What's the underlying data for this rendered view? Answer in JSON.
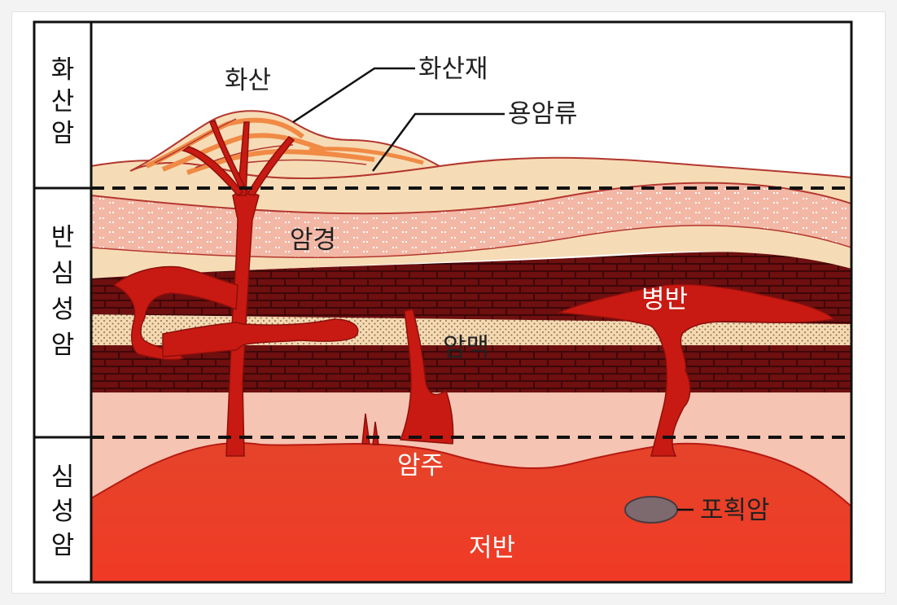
{
  "side_labels": {
    "volcanic": [
      "화",
      "산",
      "암"
    ],
    "hypabyssal": [
      "반",
      "심",
      "성",
      "암"
    ],
    "plutonic": [
      "심",
      "성",
      "암"
    ]
  },
  "labels": {
    "volcano": "화산",
    "volcanic_ash": "화산재",
    "lava_flow": "용암류",
    "sheet": "암경",
    "laccolith": "병반",
    "dike": "암맥",
    "stock": "암주",
    "xenolith": "포획암",
    "batholith": "저반"
  },
  "colors": {
    "batholith_red": "#e0311e",
    "magma_red": "#c81a12",
    "dark_rock": "#6e0f10",
    "cream": "#f6dcb6",
    "pink": "#f3b7a5",
    "salmon": "#f6c4b2",
    "ash_orange": "#f08a45",
    "xenolith_gray": "#7d6a6f"
  }
}
